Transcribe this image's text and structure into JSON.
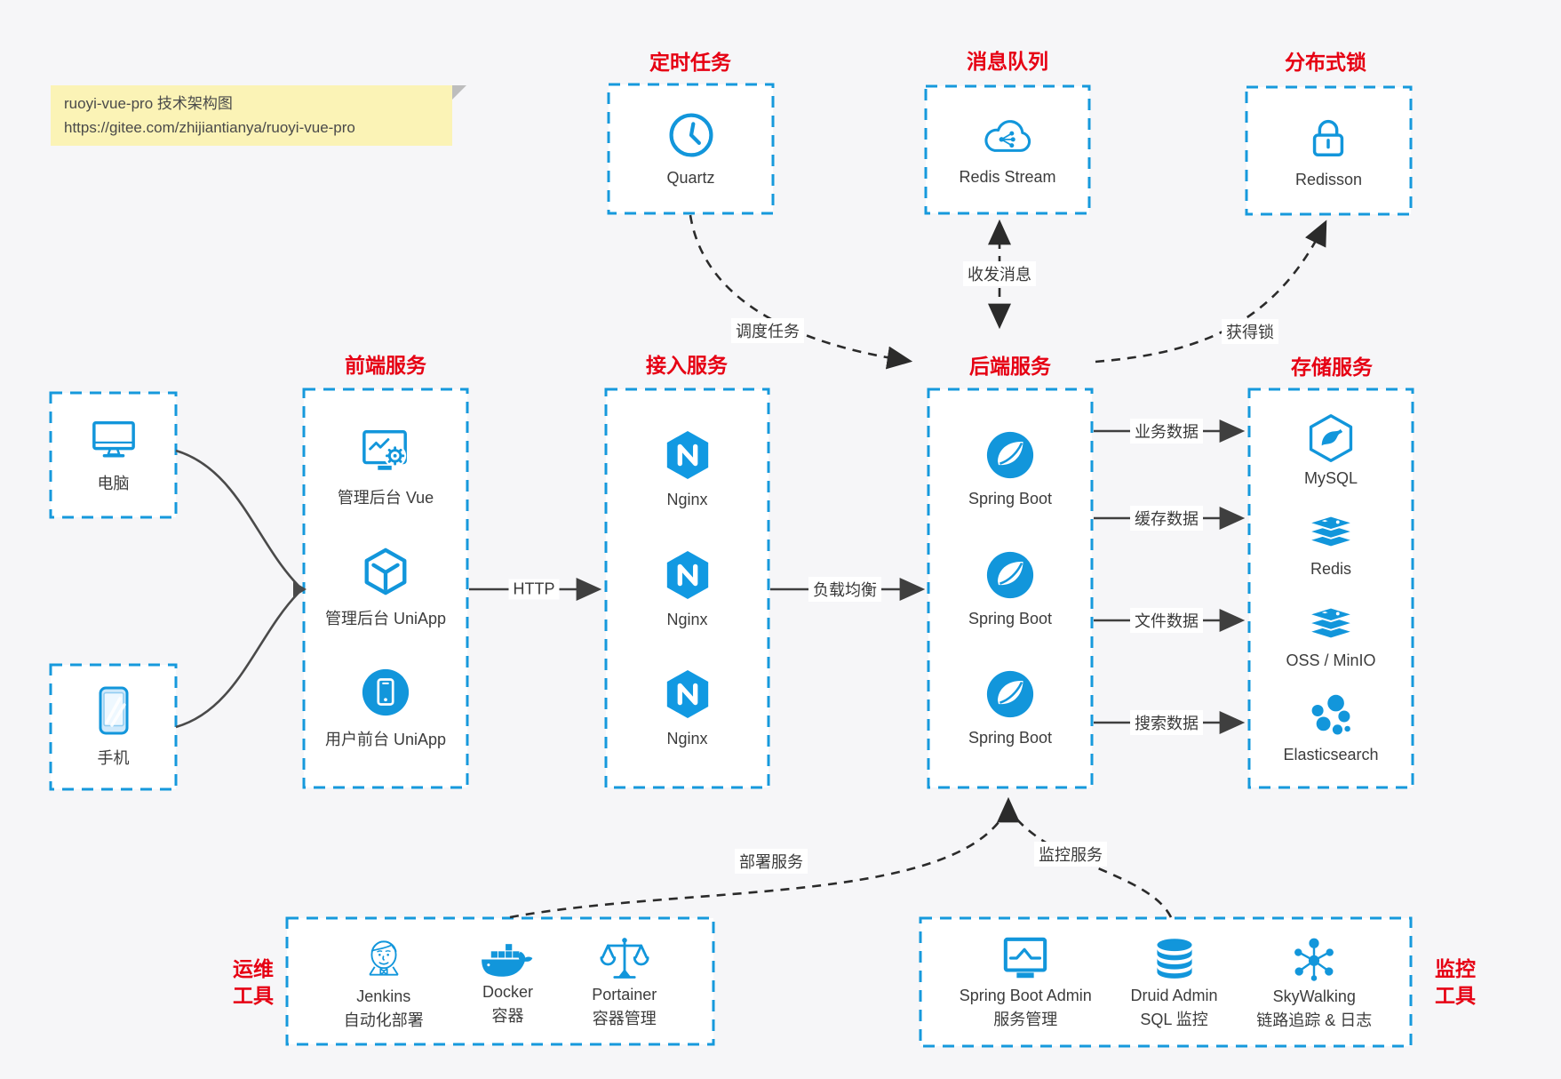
{
  "note": {
    "line1": "ruoyi-vue-pro 技术架构图",
    "line2": "https://gitee.com/zhijiantianya/ruoyi-vue-pro"
  },
  "colors": {
    "icon_blue": "#1296db",
    "dashed_border_blue": "#1699dc",
    "title_red": "#e60013",
    "note_bg": "#fbf3b6",
    "canvas_bg": "#f6f6f8",
    "solid_arrow": "#3f3f3f",
    "dashed_arrow": "#2b2b2b"
  },
  "top": {
    "scheduler": {
      "title": "定时任务",
      "item": {
        "label": "Quartz",
        "icon": "clock-icon"
      }
    },
    "mq": {
      "title": "消息队列",
      "item": {
        "label": "Redis Stream",
        "icon": "cloud-message-icon"
      }
    },
    "lock": {
      "title": "分布式锁",
      "item": {
        "label": "Redisson",
        "icon": "lock-icon"
      }
    }
  },
  "clients": {
    "pc": {
      "label": "电脑",
      "icon": "desktop-icon"
    },
    "mobile": {
      "label": "手机",
      "icon": "smartphone-icon"
    }
  },
  "columns": {
    "frontend": {
      "title": "前端服务",
      "items": [
        {
          "label": "管理后台 Vue",
          "icon": "admin-dashboard-icon"
        },
        {
          "label": "管理后台 UniApp",
          "icon": "uniapp-cube-icon"
        },
        {
          "label": "用户前台 UniApp",
          "icon": "user-app-icon"
        }
      ]
    },
    "gateway": {
      "title": "接入服务",
      "items": [
        {
          "label": "Nginx",
          "icon": "nginx-icon"
        },
        {
          "label": "Nginx",
          "icon": "nginx-icon"
        },
        {
          "label": "Nginx",
          "icon": "nginx-icon"
        }
      ]
    },
    "backend": {
      "title": "后端服务",
      "items": [
        {
          "label": "Spring Boot",
          "icon": "spring-icon"
        },
        {
          "label": "Spring Boot",
          "icon": "spring-icon"
        },
        {
          "label": "Spring Boot",
          "icon": "spring-icon"
        }
      ]
    },
    "storage": {
      "title": "存储服务",
      "items": [
        {
          "label": "MySQL",
          "icon": "mysql-icon"
        },
        {
          "label": "Redis",
          "icon": "redis-stack-icon"
        },
        {
          "label": "OSS / MinIO",
          "icon": "storage-stack-icon"
        },
        {
          "label": "Elasticsearch",
          "icon": "elasticsearch-icon"
        }
      ]
    }
  },
  "bottom": {
    "ops": {
      "title_line1": "运维",
      "title_line2": "工具",
      "items": [
        {
          "name": "Jenkins",
          "desc": "自动化部署",
          "icon": "jenkins-icon"
        },
        {
          "name": "Docker",
          "desc": "容器",
          "icon": "docker-icon"
        },
        {
          "name": "Portainer",
          "desc": "容器管理",
          "icon": "portainer-scales-icon"
        }
      ]
    },
    "monitoring": {
      "title_line1": "监控",
      "title_line2": "工具",
      "items": [
        {
          "name": "Spring Boot Admin",
          "desc": "服务管理",
          "icon": "monitor-chart-icon"
        },
        {
          "name": "Druid Admin",
          "desc": "SQL 监控",
          "icon": "database-icon"
        },
        {
          "name": "SkyWalking",
          "desc": "链路追踪 & 日志",
          "icon": "skywalking-nodes-icon"
        }
      ]
    }
  },
  "edges": {
    "http": "HTTP",
    "load_balance": "负载均衡",
    "business_data": "业务数据",
    "cache_data": "缓存数据",
    "file_data": "文件数据",
    "search_data": "搜索数据",
    "schedule_task": "调度任务",
    "send_receive_message": "收发消息",
    "acquire_lock": "获得锁",
    "deploy_service": "部署服务",
    "monitor_service": "监控服务"
  }
}
